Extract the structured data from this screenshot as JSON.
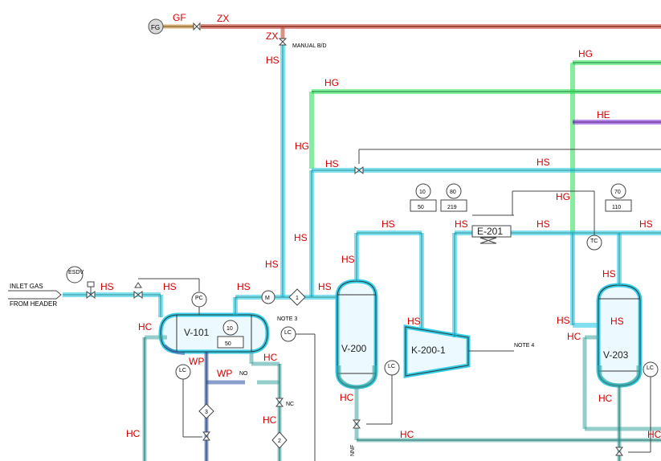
{
  "colors": {
    "hs": "#1fc8e6",
    "hs_core": "#6fd9ec",
    "hc": "#3fa6a0",
    "hg": "#25e050",
    "he": "#8a3ad6",
    "zx": "#c04a3a",
    "gf": "#d8b47a",
    "wp": "#3a5fa6",
    "text_red": "#d40000"
  },
  "service_labels": {
    "gf": "GF",
    "zx_top": "ZX",
    "zx_down": "ZX",
    "hs_vertical": "HS",
    "hs_inlet_1": "HS",
    "hs_inlet_2": "HS",
    "hs_pc": "HS",
    "hs_mid_1": "HS",
    "hs_mid_2": "HS",
    "hs_header_left": "HS",
    "hs_header_right": "HS",
    "hs_v200_top": "HS",
    "hs_v200_right": "HS",
    "hs_k200_up": "HS",
    "hs_k200_in": "HS",
    "hs_e201_out": "HS",
    "hs_v203_up": "HS",
    "hs_v203_top": "HS",
    "hs_v203_right": "HS",
    "hs_v203_left": "HS",
    "hs_feed": "HS",
    "hg_top": "HG",
    "hg_mid": "HG",
    "hg_left": "HG",
    "hg_e201": "HG",
    "he": "HE",
    "hc_v101": "HC",
    "hc_v101_low": "HC",
    "hc_mid": "HC",
    "hc_right": "HC",
    "hc_bottom": "HC",
    "hc_v200": "HC",
    "hc_v203_left": "HC",
    "hc_v203_bottom": "HC",
    "hc_far": "HC",
    "wp_1": "WP",
    "wp_2": "WP"
  },
  "text": {
    "fg": "FG",
    "manual_bd": "MANUAL B/D",
    "inlet_gas": "INLET GAS",
    "from_header": "FROM HEADER",
    "esdv": "ESDV",
    "pc": "PC",
    "lc": "LC",
    "tc": "TC",
    "m": "M",
    "note3": "NOTE 3",
    "note4": "NOTE 4",
    "no": "NO",
    "nc": "NC",
    "nnf": "NNF",
    "diamond_1": "1",
    "diamond_2": "2",
    "diamond_3": "3"
  },
  "equipment": {
    "v101": "V-101",
    "v200": "V-200",
    "k200": "K-200-1",
    "e201": "E-201",
    "v203": "V-203"
  },
  "instruments": {
    "v101_circle": "10",
    "v101_box": "50",
    "k200_circle_a": "10",
    "k200_box_a": "50",
    "k200_circle_b": "80",
    "k200_box_b": "219",
    "v203_circle": "70",
    "v203_box": "110"
  }
}
